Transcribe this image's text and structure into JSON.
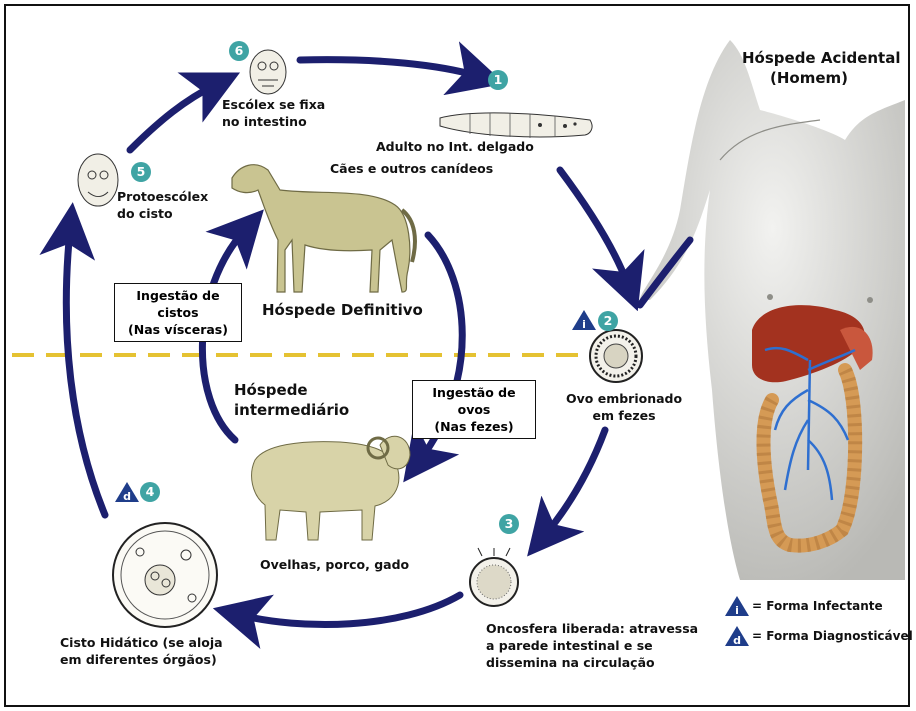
{
  "stages": {
    "s1": {
      "num": "1",
      "label_line1": "Adulto no Int. delgado"
    },
    "s2": {
      "num": "2",
      "label_line1": "Ovo embrionado",
      "label_line2": "em fezes"
    },
    "s3": {
      "num": "3",
      "label_line1": "Oncosfera liberada: atravessa",
      "label_line2": "a parede intestinal e se",
      "label_line3": "dissemina na circulação"
    },
    "s4": {
      "num": "4",
      "label_line1": "Cisto Hidático (se aloja",
      "label_line2": "em diferentes órgãos)"
    },
    "s5": {
      "num": "5",
      "label_line1": "Protoescólex",
      "label_line2": "do cisto"
    },
    "s6": {
      "num": "6",
      "label_line1": "Escólex se fixa",
      "label_line2": "no intestino"
    }
  },
  "hosts": {
    "definitive_species": "Cães e outros canídeos",
    "definitive": "Hóspede Definitivo",
    "intermediate_line1": "Hóspede",
    "intermediate_line2": "intermediário",
    "intermediate_species": "Ovelhas, porco, gado",
    "accidental_line1": "Hóspede Acidental",
    "accidental_line2": "(Homem)"
  },
  "boxes": {
    "cysts_line1": "Ingestão de cistos",
    "cysts_line2": "(Nas vísceras)",
    "eggs_line1": "Ingestão de ovos",
    "eggs_line2": "(Nas fezes)"
  },
  "legend": {
    "infective_letter": "i",
    "infective": "= Forma Infectante",
    "diagnostic_letter": "d",
    "diagnostic": "= Forma Diagnosticável"
  },
  "colors": {
    "arrow": "#1c1f6e",
    "badge": "#3fa4a4",
    "triangle": "#1f3d8a",
    "divider": "#e5c232",
    "dog": "#c9c491",
    "sheep": "#d8d3a8",
    "liver": "#a3321f",
    "intestine": "#d59a55",
    "vessels": "#2e6fd0"
  }
}
